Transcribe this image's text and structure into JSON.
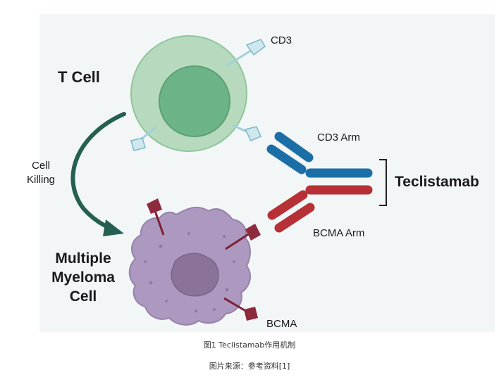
{
  "diagram": {
    "labels": {
      "t_cell": "T Cell",
      "cd3": "CD3",
      "cd3_arm": "CD3 Arm",
      "teclistamab": "Teclistamab",
      "bcma_arm": "BCMA Arm",
      "cell_killing_line1": "Cell",
      "cell_killing_line2": "Killing",
      "myeloma_line1": "Multiple",
      "myeloma_line2": "Myeloma",
      "myeloma_line3": "Cell",
      "bcma": "BCMA"
    },
    "colors": {
      "panel_background": "#f3f6f7",
      "t_cell_outer": "#b7d9bd",
      "t_cell_nucleus": "#6cb487",
      "receptor_stalk": "#9fd0dd",
      "cd3_arm_blue": "#1b6fa6",
      "bcma_arm_red": "#b63035",
      "arrow_green": "#245f52",
      "myeloma_cell": "#ad99c0",
      "myeloma_nucleus": "#8a7298",
      "bcma_receptor": "#7e1f35"
    }
  },
  "caption": {
    "figure": "图1 Teclistamab作用机制",
    "source": "图片来源：参考资料[1]"
  }
}
